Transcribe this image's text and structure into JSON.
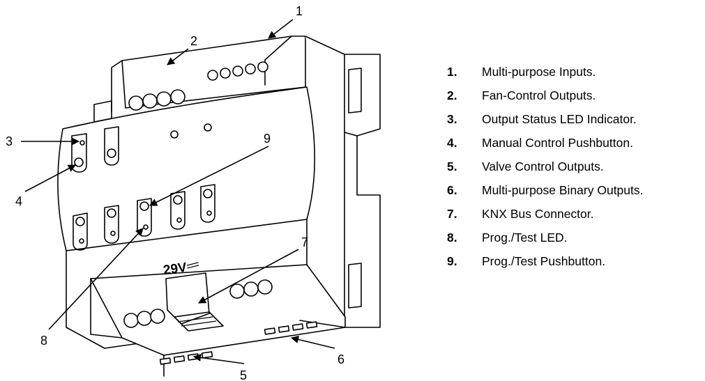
{
  "callouts": [
    "1",
    "2",
    "3",
    "4",
    "5",
    "6",
    "7",
    "8",
    "9"
  ],
  "voltage_label": "29V",
  "legend": [
    {
      "num": "1.",
      "text": "Multi-purpose Inputs."
    },
    {
      "num": "2.",
      "text": "Fan-Control Outputs."
    },
    {
      "num": "3.",
      "text": "Output Status LED Indicator."
    },
    {
      "num": "4.",
      "text": "Manual Control Pushbutton."
    },
    {
      "num": "5.",
      "text": "Valve Control Outputs."
    },
    {
      "num": "6.",
      "text": "Multi-purpose Binary Outputs."
    },
    {
      "num": "7.",
      "text": "KNX Bus Connector."
    },
    {
      "num": "8.",
      "text": "Prog./Test LED."
    },
    {
      "num": "9.",
      "text": "Prog./Test Pushbutton."
    }
  ]
}
